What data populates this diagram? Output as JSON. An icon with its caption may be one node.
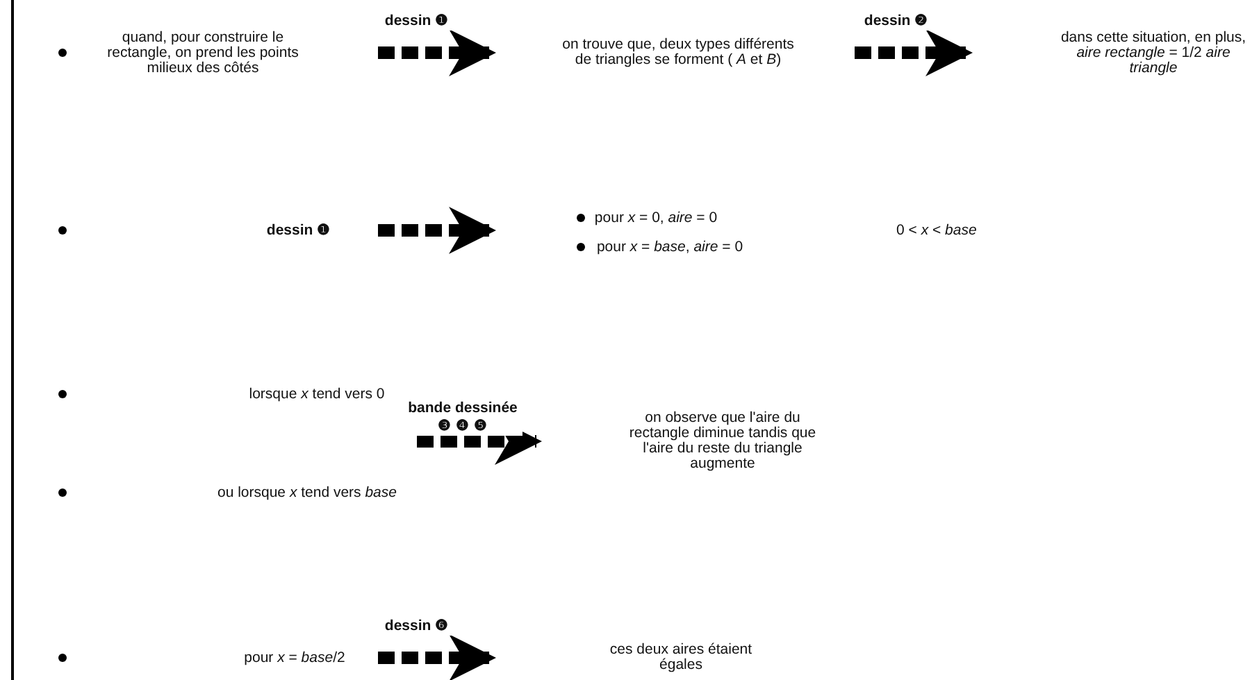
{
  "diagram": {
    "nodes": [
      {
        "text": [
          "quand, pour construire le rectangle, on prend les points milieux des côtés"
        ]
      },
      {
        "text": [
          "on trouve que, deux types différents de triangles se forment ( *A* et *B*)"
        ]
      },
      {
        "text": [
          "dans cette situation, en plus, *aire rectangle* = 1/2 *aire triangle*"
        ]
      },
      {
        "text": [
          "dessin ❶"
        ]
      },
      {
        "text": [
          "pour *x* = 0, *aire* = 0"
        ]
      },
      {
        "text": [
          "pour *x* = *base*, *aire* = 0"
        ]
      },
      {
        "text": [
          "lorsque *x* tend vers 0"
        ]
      },
      {
        "text": [
          "ou lorsque *x* tend vers *base*"
        ]
      },
      {
        "text": [
          "on observe que l'aire du rectangle diminue tandis que l'aire du reste du triangle augmente"
        ]
      },
      {
        "text": [
          "pour *x* = *base*/2"
        ]
      },
      {
        "text": [
          "ces deux aires étaient égales"
        ]
      }
    ],
    "edges": [
      {
        "from": 0,
        "to": 1,
        "arrow": "to",
        "label": "dessin ❶",
        "style": "dashed"
      },
      {
        "from": 1,
        "to": 2,
        "arrow": "to",
        "label": "dessin ❷",
        "style": "dashed"
      },
      {
        "from": 3,
        "to": 4,
        "arrow": "to",
        "style": "dashed"
      },
      {
        "from": 3,
        "to": 5,
        "arrow": "to",
        "style": "dashed"
      },
      {
        "from": 6,
        "to": 8,
        "arrow": "to",
        "label": "bande dessinée ❸ ❹ ❺",
        "style": "dashed"
      },
      {
        "from": 7,
        "to": 8,
        "arrow": "to",
        "style": "dashed"
      },
      {
        "from": 9,
        "to": 10,
        "arrow": "to",
        "label": "dessin ❻",
        "style": "dashed"
      }
    ],
    "labels": [
      "0 < *x* < *base*"
    ]
  }
}
